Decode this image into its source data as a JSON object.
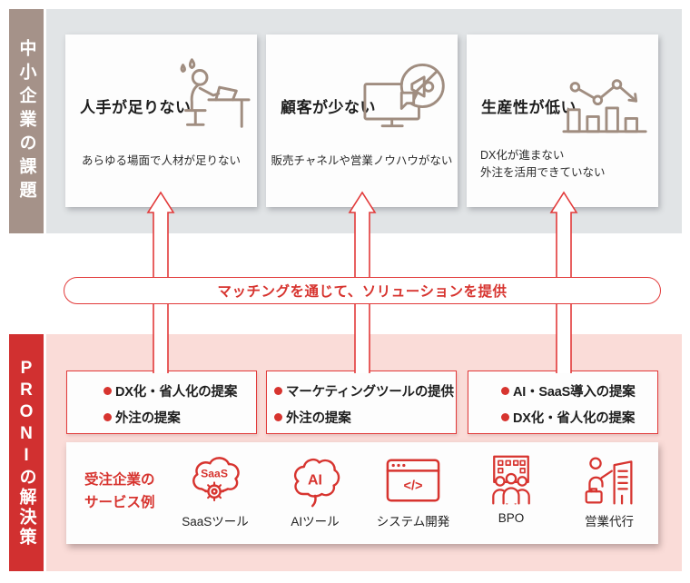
{
  "colors": {
    "accent_red": "#d7342f",
    "outline_red": "#e23a3a",
    "label_taupe": "#a59289",
    "icon_taupe": "#a08d80",
    "gray_band": "#e1e4e6",
    "pink_band": "#fadcd8",
    "red_bar": "#d13030",
    "text_dark": "#1e1e1e"
  },
  "top": {
    "label": "中小企業の課題",
    "cards": [
      {
        "title": "人手が足りない",
        "desc": "あらゆる場面で人材が足りない"
      },
      {
        "title": "顧客が少ない",
        "desc": "販売チャネルや営業ノウハウがない"
      },
      {
        "title": "生産性が低い",
        "desc": "DX化が進まない\n外注を活用できていない"
      }
    ]
  },
  "banner": {
    "text": "マッチングを通じて、ソリューションを提供"
  },
  "solutions": {
    "label": "PRONIの解決策",
    "boxes": [
      {
        "items": [
          "DX化・省人化の提案",
          "外注の提案"
        ]
      },
      {
        "items": [
          "マーケティングツールの提供",
          "外注の提案"
        ]
      },
      {
        "items": [
          "AI・SaaS導入の提案",
          "DX化・省人化の提案"
        ]
      }
    ]
  },
  "services": {
    "label": "受注企業の\nサービス例",
    "items": [
      {
        "label": "SaaSツール",
        "icon_text": "SaaS"
      },
      {
        "label": "AIツール",
        "icon_text": "AI"
      },
      {
        "label": "システム開発",
        "icon_text": "</>"
      },
      {
        "label": "BPO"
      },
      {
        "label": "営業代行"
      }
    ]
  }
}
